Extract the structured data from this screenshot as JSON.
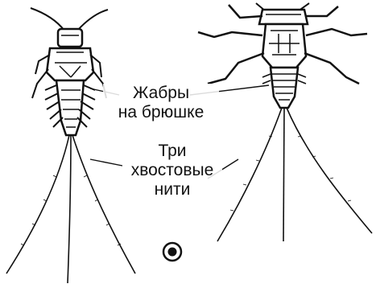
{
  "labels": {
    "gills_line1": "Жабры",
    "gills_line2": "на брюшке",
    "tails_line1": "Три",
    "tails_line2": "хвостовые",
    "tails_line3": "нити"
  },
  "colors": {
    "ink": "#111111",
    "background": "#ffffff"
  },
  "icons": {
    "marker": "target-circle-icon"
  }
}
